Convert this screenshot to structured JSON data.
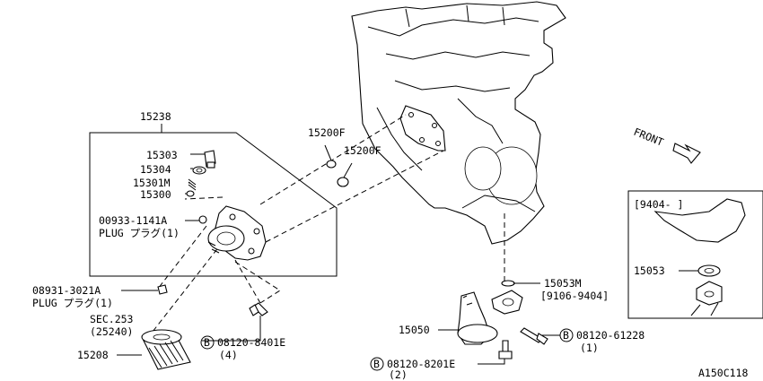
{
  "labels": {
    "p15238": "15238",
    "p15303": "15303",
    "p15304": "15304",
    "p15301m": "15301M",
    "p15300": "15300",
    "p00933": "00933-1141A",
    "plug1": "PLUG プラグ(1)",
    "p08931": "08931-3021A",
    "plug2": "PLUG プラグ(1)",
    "sec253": "SEC.253",
    "sec253_sub": "(25240)",
    "p15208": "15208",
    "p15200f_a": "15200F",
    "p15200f_b": "15200F",
    "p15053m": "15053M",
    "p15053m_range": "[9106-9404]",
    "p15050": "15050",
    "b8401e": "08120-8401E",
    "b8401e_qty": "(4)",
    "b61228": "08120-61228",
    "b61228_qty": "(1)",
    "b8201e": "08120-8201E",
    "b8201e_qty": "(2)",
    "front": "FRONT",
    "inset_range": "[9404-   ]",
    "inset_15053": "15053",
    "drawing_id": "A150C118",
    "bolt_symbol": "B"
  },
  "icons": {
    "bolt_marker": "circled-b-icon",
    "front_arrow": "front-arrow-icon"
  }
}
